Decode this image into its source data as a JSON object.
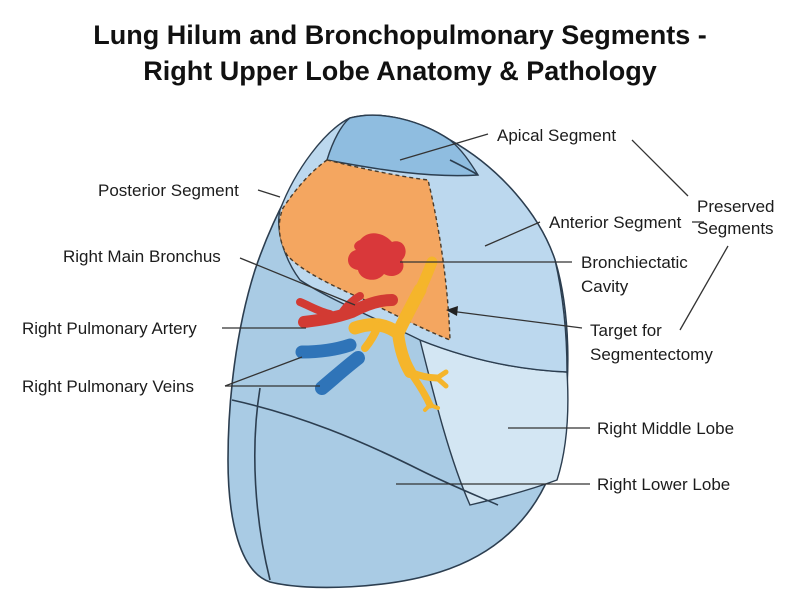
{
  "title": {
    "line1": "Lung Hilum and Bronchopulmonary Segments -",
    "line2": "Right Upper Lobe Anatomy & Pathology"
  },
  "labels": {
    "apical_segment": "Apical Segment",
    "posterior_segment": "Posterior Segment",
    "anterior_segment": "Anterior Segment",
    "preserved_segments_line1": "Preserved",
    "preserved_segments_line2": "Segments",
    "right_main_bronchus": "Right Main Bronchus",
    "bronchiectatic_cavity_line1": "Bronchiectatic",
    "bronchiectatic_cavity_line2": "Cavity",
    "right_pulmonary_artery": "Right Pulmonary Artery",
    "target_line1": "Target for",
    "target_line2": "Segmentectomy",
    "right_pulmonary_veins": "Right Pulmonary Veins",
    "right_middle_lobe": "Right Middle Lobe",
    "right_lower_lobe": "Right Lower Lobe"
  },
  "colors": {
    "lower_lobe": "#a9cbe4",
    "middle_lobe": "#d3e6f3",
    "upper_lobe": "#bcd8ee",
    "apical_segment": "#8fbde0",
    "posterior_segment": "#f4a660",
    "bronchiectatic_cavity": "#d9383a",
    "bronchus": "#f5b52b",
    "pulmonary_artery": "#d23a33",
    "pulmonary_veins": "#2f74b8"
  }
}
